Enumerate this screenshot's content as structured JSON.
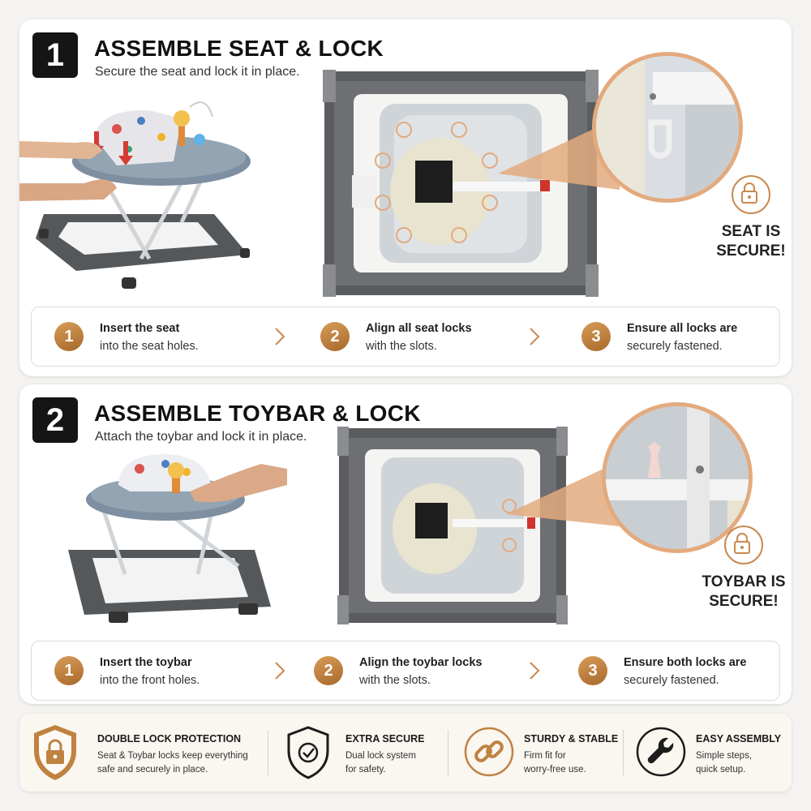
{
  "section1": {
    "number": "1",
    "title": "ASSEMBLE SEAT & LOCK",
    "subtitle": "Secure the seat and lock it in place.",
    "secure_line1": "SEAT IS",
    "secure_line2": "SECURE!",
    "steps": [
      {
        "num": "1",
        "line1": "Insert the seat",
        "line2": "into the seat holes."
      },
      {
        "num": "2",
        "line1": "Align all seat locks",
        "line2": "with the slots."
      },
      {
        "num": "3",
        "line1": "Ensure all locks are",
        "line2": "securely fastened."
      }
    ]
  },
  "section2": {
    "number": "2",
    "title": "ASSEMBLE TOYBAR & LOCK",
    "subtitle": "Attach the toybar and lock it in place.",
    "secure_line1": "TOYBAR IS",
    "secure_line2": "SECURE!",
    "steps": [
      {
        "num": "1",
        "line1": "Insert the toybar",
        "line2": "into the front holes."
      },
      {
        "num": "2",
        "line1": "Align the toybar locks",
        "line2": "with the slots."
      },
      {
        "num": "3",
        "line1": "Ensure both locks are",
        "line2": "securely fastened."
      }
    ]
  },
  "features": [
    {
      "icon": "shield-lock-icon",
      "title": "DOUBLE LOCK PROTECTION",
      "desc_line1": "Seat & Toybar locks keep everything",
      "desc_line2": "safe and securely in place."
    },
    {
      "icon": "shield-check-icon",
      "title": "EXTRA SECURE",
      "desc_line1": "Dual lock system",
      "desc_line2": "for safety."
    },
    {
      "icon": "chain-link-icon",
      "title": "STURDY & STABLE",
      "desc_line1": "Firm fit for",
      "desc_line2": "worry-free use."
    },
    {
      "icon": "wrench-icon",
      "title": "EASY ASSEMBLY",
      "desc_line1": "Simple steps,",
      "desc_line2": "quick setup."
    }
  ],
  "colors": {
    "accent": "#c9894f",
    "accent_dark": "#a8692b",
    "frame_gray": "#5a5c5f",
    "tray_blue": "#7d8fa0",
    "badge_black": "#151515"
  }
}
